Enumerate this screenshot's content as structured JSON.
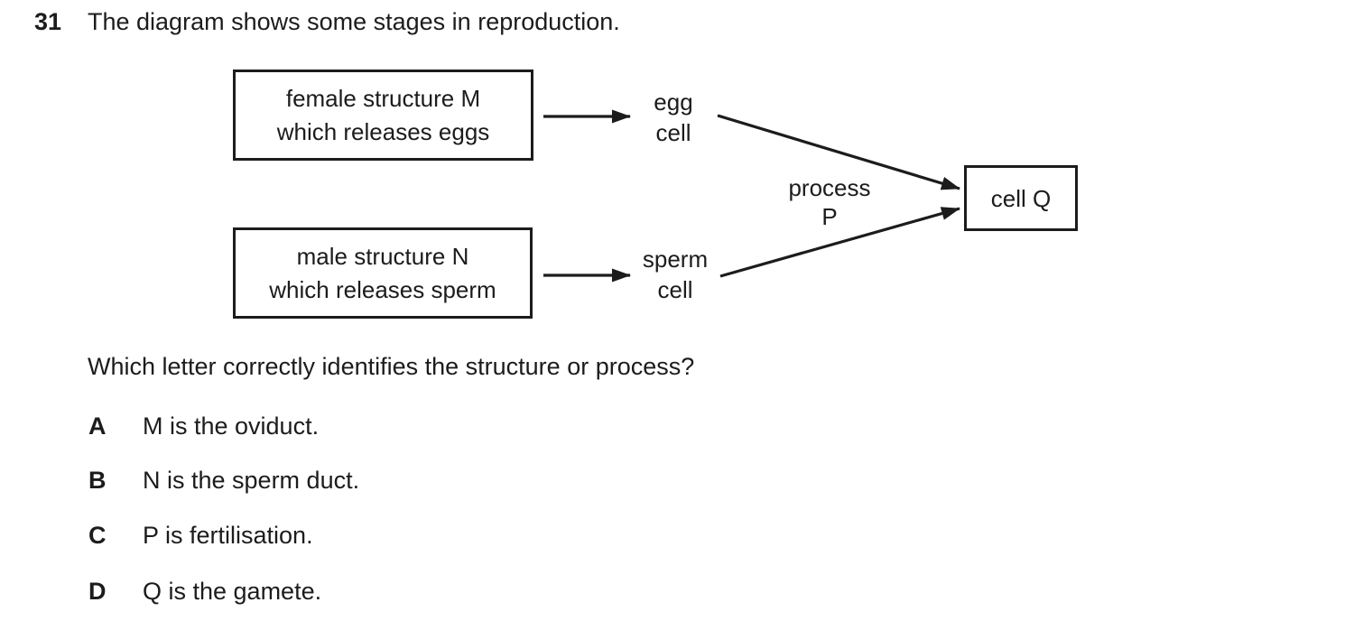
{
  "question": {
    "number": "31",
    "prompt": "The diagram shows some stages in reproduction.",
    "sub_prompt": "Which letter correctly identifies the structure or process?"
  },
  "diagram": {
    "female_box": {
      "line1": "female structure M",
      "line2": "which releases eggs"
    },
    "male_box": {
      "line1": "male structure N",
      "line2": "which releases sperm"
    },
    "egg_label": {
      "line1": "egg",
      "line2": "cell"
    },
    "sperm_label": {
      "line1": "sperm",
      "line2": "cell"
    },
    "process_label": {
      "line1": "process",
      "line2": "P"
    },
    "result_box": {
      "label": "cell Q"
    }
  },
  "options": [
    {
      "letter": "A",
      "text": "M is the oviduct."
    },
    {
      "letter": "B",
      "text": "N is the sperm duct."
    },
    {
      "letter": "C",
      "text": "P is fertilisation."
    },
    {
      "letter": "D",
      "text": "Q is the gamete."
    }
  ],
  "colors": {
    "ink": "#1c1c1c",
    "background": "#ffffff"
  }
}
